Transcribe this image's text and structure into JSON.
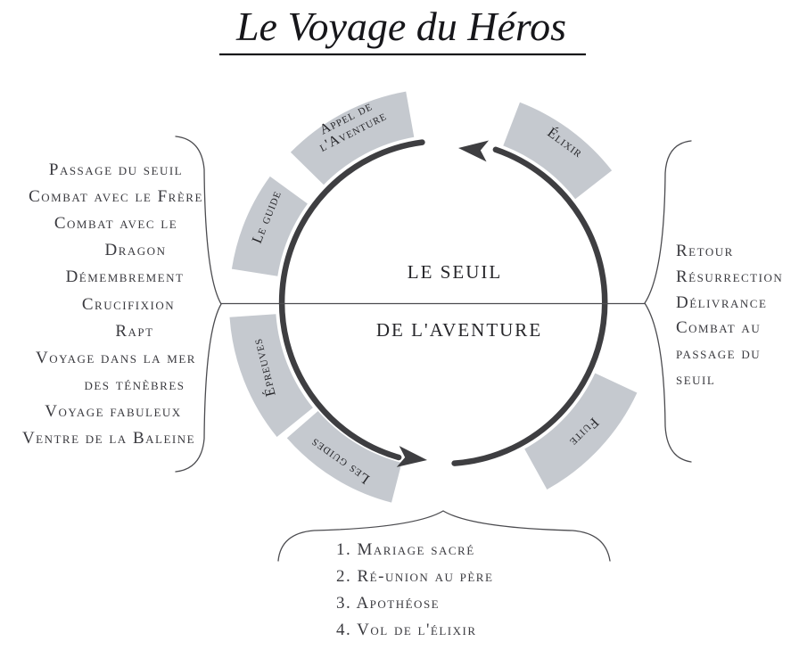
{
  "title": "Le Voyage du Héros",
  "colors": {
    "title_text": "#16161a",
    "stage_box_fill": "#c5c9cf",
    "cycle_arc": "#3e3e41",
    "list_text": "#3a3a3f",
    "label_text": "#26262a",
    "line": "#4b4b4f"
  },
  "center_label": {
    "line1": "LE SEUIL",
    "line2": "DE L'AVENTURE"
  },
  "stages": {
    "appel_line1": "Appel de",
    "appel_line2": "l'Aventure",
    "elixir": "Élixir",
    "le_guide": "Le guide",
    "epreuves": "Épreuves",
    "les_guides": "Les guides",
    "fuite": "Fuite"
  },
  "left_list": {
    "lines": [
      "Passage du seuil",
      "Combat avec le Frère",
      "Combat avec le",
      "Dragon",
      "Démembrement",
      "Crucifixion",
      "Rapt",
      "Voyage dans la mer",
      "des ténèbres",
      "Voyage fabuleux",
      "Ventre de la Baleine"
    ]
  },
  "right_list": {
    "lines": [
      "Retour",
      "Résurrection",
      "Délivrance",
      "Combat au",
      "passage du",
      "seuil"
    ]
  },
  "bottom_list": {
    "lines": [
      "1. Mariage sacré",
      "2. Ré-union au père",
      "3. Apothéose",
      "4. Vol de l'élixir"
    ]
  }
}
